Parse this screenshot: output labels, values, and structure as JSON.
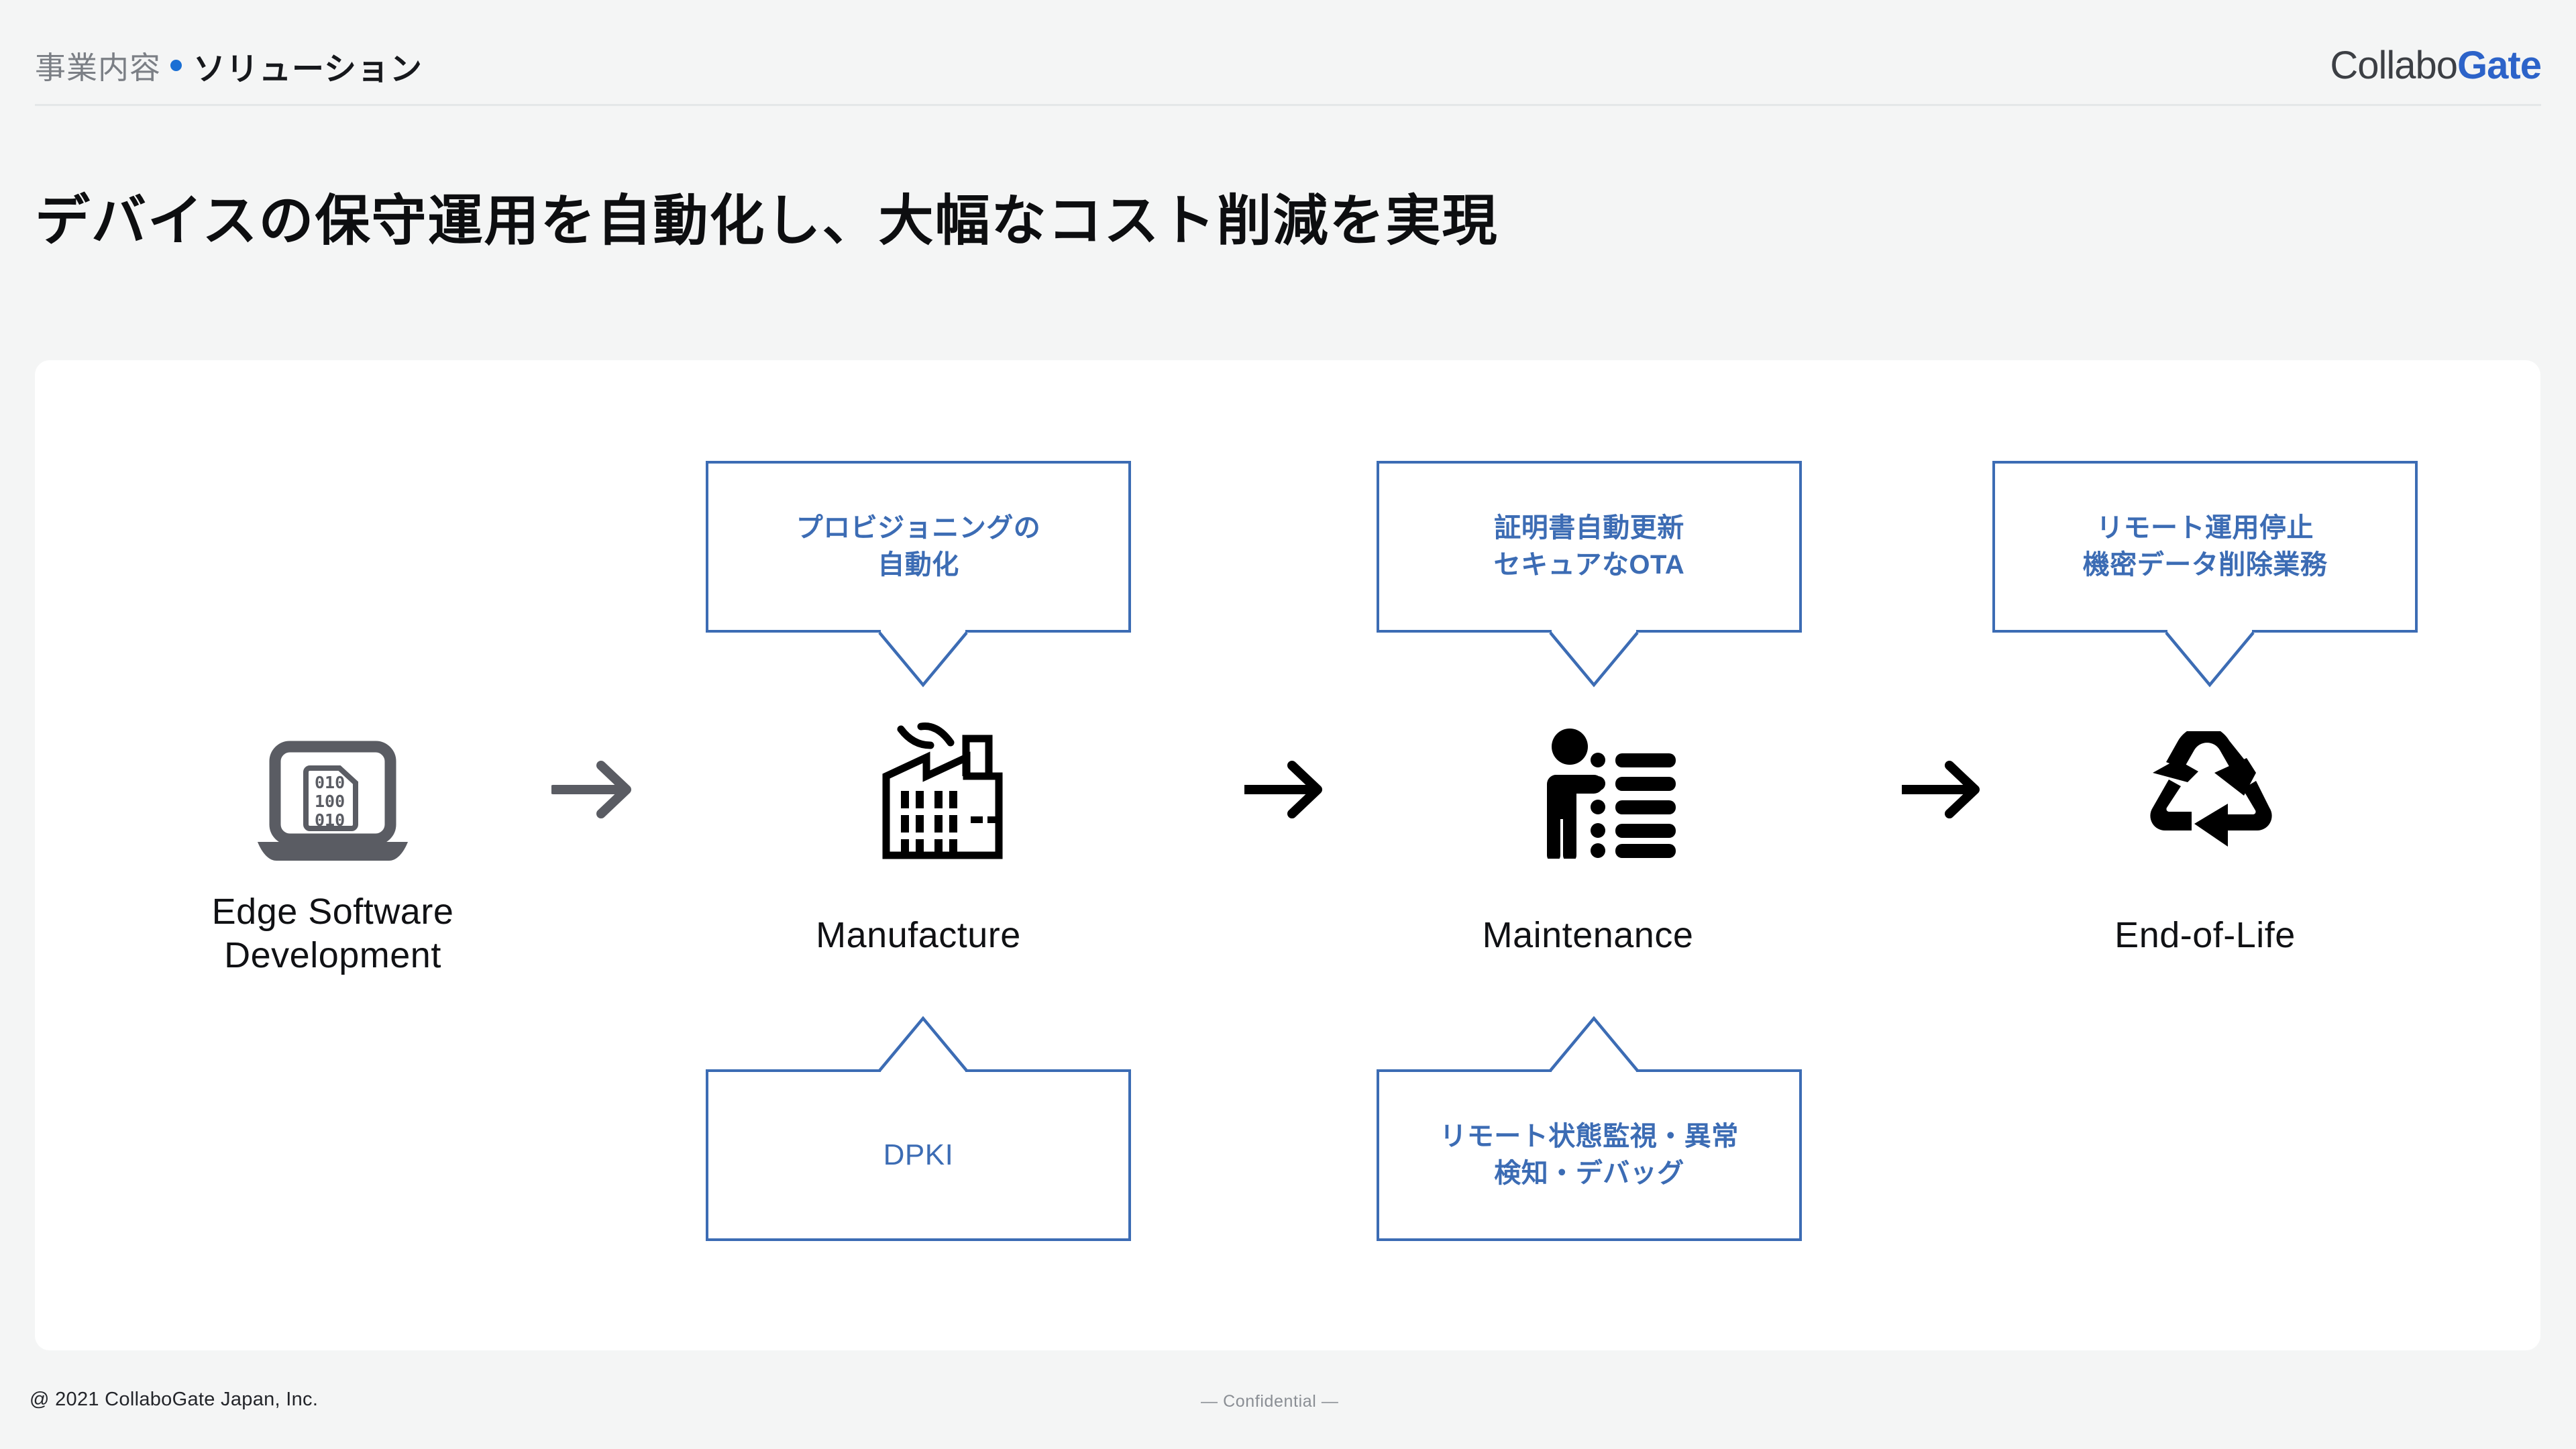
{
  "header": {
    "breadcrumb_category": "事業内容",
    "breadcrumb_separator_icon": "blue-dot-icon",
    "breadcrumb_current": "ソリューション",
    "logo_part1": "Collabo",
    "logo_part2": "Gate"
  },
  "title": "デバイスの保守運用を自動化し、大幅なコスト削減を実現",
  "colors": {
    "accent_blue": "#3C6CB4",
    "logo_blue": "#2C63C9",
    "dot_blue": "#1A6FD4",
    "page_bg": "#F4F5F5",
    "card_bg": "#FFFFFF",
    "divider": "#E4E7E8",
    "icon_gray": "#5A5C63",
    "icon_black": "#000000"
  },
  "flow": {
    "stages": [
      {
        "id": "edge-software-development",
        "label": "Edge Software\nDevelopment",
        "icon": "laptop-binary-code-icon"
      },
      {
        "id": "manufacture",
        "label": "Manufacture",
        "icon": "factory-icon"
      },
      {
        "id": "maintenance",
        "label": "Maintenance",
        "icon": "person-checklist-icon"
      },
      {
        "id": "end-of-life",
        "label": "End-of-Life",
        "icon": "recycle-icon"
      }
    ],
    "arrows": [
      {
        "id": "arrow-1",
        "icon": "arrow-right-icon",
        "color": "#5A5C63"
      },
      {
        "id": "arrow-2",
        "icon": "arrow-right-icon",
        "color": "#000000"
      },
      {
        "id": "arrow-3",
        "icon": "arrow-right-icon",
        "color": "#000000"
      }
    ],
    "callouts_top": [
      {
        "id": "callout-provisioning",
        "text": "プロビジョニングの\n自動化",
        "stage": "manufacture"
      },
      {
        "id": "callout-certificate-ota",
        "text": "証明書自動更新\nセキュアなOTA",
        "stage": "maintenance"
      },
      {
        "id": "callout-remote-shutdown",
        "text": "リモート運用停止\n機密データ削除業務",
        "stage": "end-of-life"
      }
    ],
    "callouts_bottom": [
      {
        "id": "callout-dpki",
        "text": "DPKI",
        "stage": "manufacture",
        "weight": "regular"
      },
      {
        "id": "callout-remote-monitoring",
        "text": "リモート状態監視・異常\n検知・デバッグ",
        "stage": "maintenance",
        "weight": "bold"
      }
    ]
  },
  "footer": {
    "copyright": "@ 2021 CollaboGate Japan, Inc.",
    "confidential": "— Confidential —"
  }
}
